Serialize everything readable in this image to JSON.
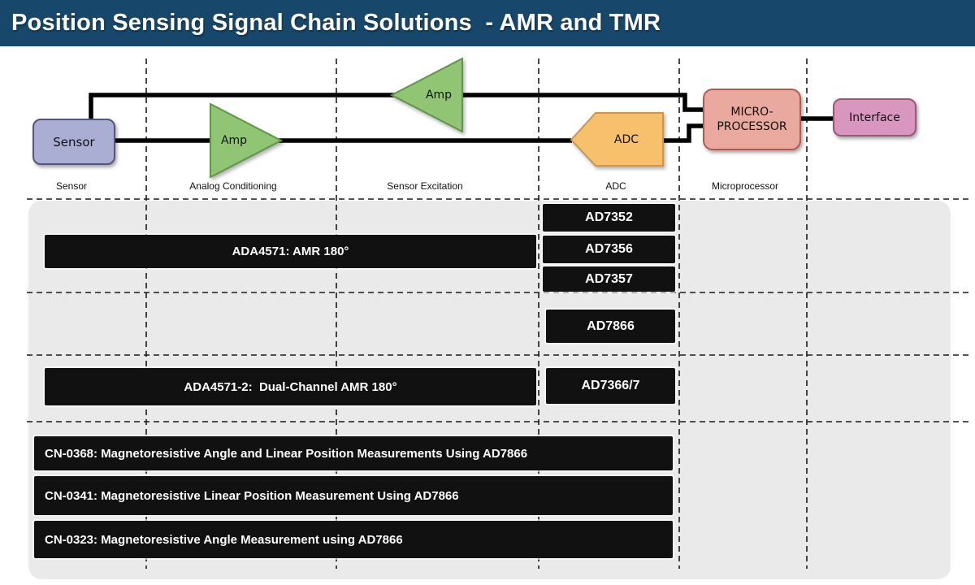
{
  "title": "Position Sensing Signal Chain Solutions  - AMR and TMR",
  "chain": {
    "sensor": "Sensor",
    "analog_amp": "Amp",
    "excitation_amp": "Amp",
    "adc": "ADC",
    "micro_line1": "MICRO-",
    "micro_line2": "PROCESSOR",
    "interface": "Interface"
  },
  "columns": {
    "sensor": "Sensor",
    "analog_conditioning": "Analog Conditioning",
    "sensor_excitation": "Sensor Excitation",
    "adc": "ADC",
    "microprocessor": "Microprocessor"
  },
  "parts": {
    "amp_row1": "ADA4571: AMR 180°",
    "adc_row1": [
      "AD7352",
      "AD7356",
      "AD7357"
    ],
    "adc_row2": "AD7866",
    "amp_row3": "ADA4571-2:  Dual-Channel AMR 180°",
    "adc_row3": "AD7366/7"
  },
  "reference_designs": [
    "CN-0368: Magnetoresistive Angle and Linear Position Measurements Using AD7866",
    "CN-0341: Magnetoresistive Linear Position Measurement Using AD7866",
    "CN-0323: Magnetoresistive Angle Measurement using AD7866"
  ],
  "colors": {
    "header_bg": "#17486B",
    "sensor_fill": "#AAAED2",
    "sensor_border": "#54547E",
    "amp_fill": "#8FC573",
    "amp_border": "#5F9647",
    "adc_fill": "#F7C06C",
    "adc_border": "#C89554",
    "micro_fill": "#E9A99E",
    "micro_border": "#B05A50",
    "interface_fill": "#D996BE",
    "interface_border": "#9E5377",
    "bar_bg": "#111111",
    "panel_bg": "#EAEAEA",
    "wire": "#000000"
  }
}
